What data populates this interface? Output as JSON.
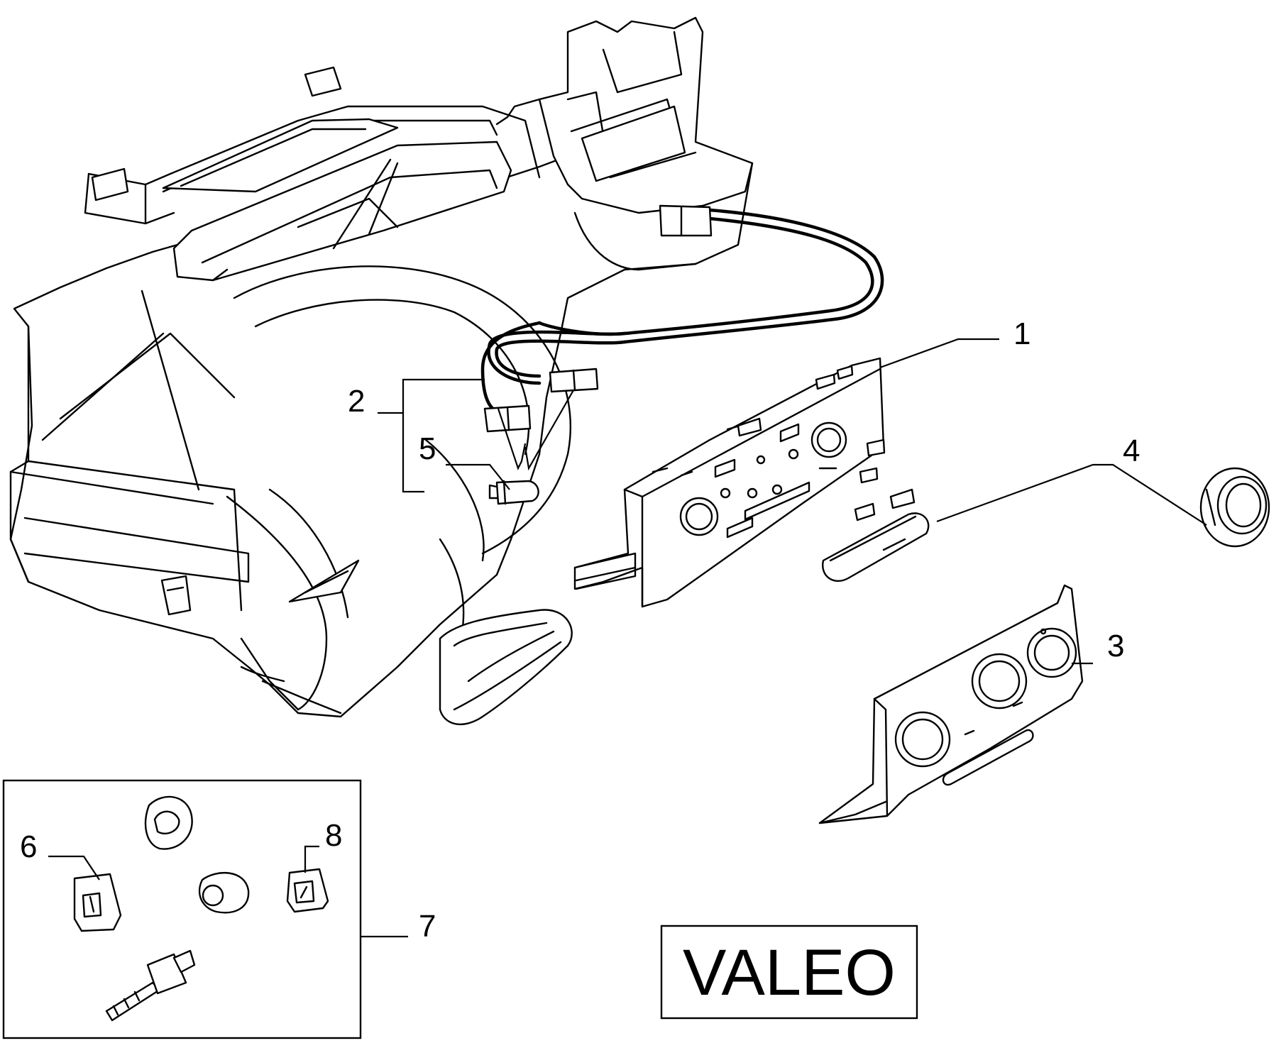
{
  "callouts": {
    "c1": "1",
    "c2": "2",
    "c3": "3",
    "c4": "4",
    "c5": "5",
    "c6": "6",
    "c7": "7",
    "c8": "8"
  },
  "brand_label": "VALEO",
  "icons": {
    "heater_unit": "heater-housing",
    "control_frame": "climate-control-frame",
    "harness": "wiring-harness",
    "fascia": "control-panel-fascia",
    "slider": "selector-slider",
    "knob": "control-knob",
    "bulb": "bulb"
  }
}
